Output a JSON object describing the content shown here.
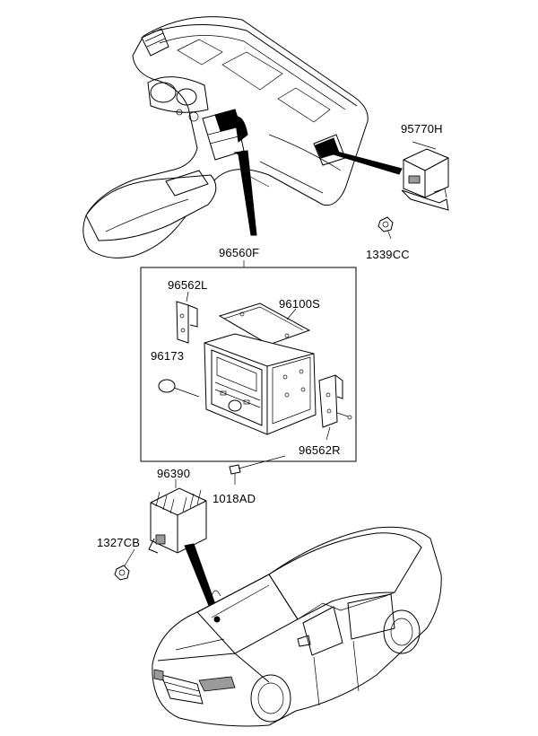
{
  "labels": {
    "p95770H": "95770H",
    "p1339CC": "1339CC",
    "p96560F": "96560F",
    "p96562L": "96562L",
    "p96100S": "96100S",
    "p96173": "96173",
    "p96562R": "96562R",
    "p1018AD": "1018AD",
    "p96390": "96390",
    "p1327CB": "1327CB"
  }
}
